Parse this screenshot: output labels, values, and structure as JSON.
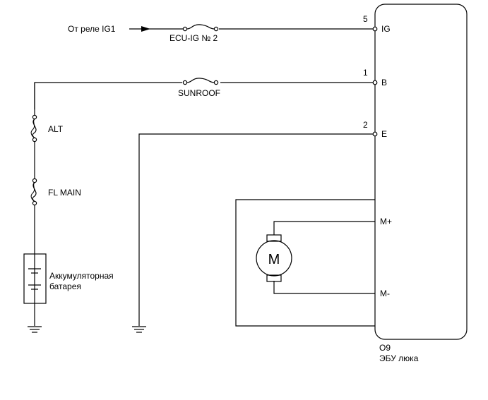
{
  "source": {
    "label": "От реле IG1"
  },
  "fuses": {
    "ecu_ig": "ECU-IG № 2",
    "sunroof": "SUNROOF",
    "alt": "ALT",
    "fl_main": "FL MAIN"
  },
  "battery": {
    "label_line1": "Аккумуляторная",
    "label_line2": "батарея"
  },
  "motor": {
    "symbol": "M"
  },
  "ecu": {
    "connector": "O9",
    "name": "ЭБУ люка",
    "pins": [
      {
        "number": "5",
        "name": "IG"
      },
      {
        "number": "1",
        "name": "B"
      },
      {
        "number": "2",
        "name": "E"
      },
      {
        "number": "",
        "name": "M+"
      },
      {
        "number": "",
        "name": "M-"
      }
    ]
  }
}
